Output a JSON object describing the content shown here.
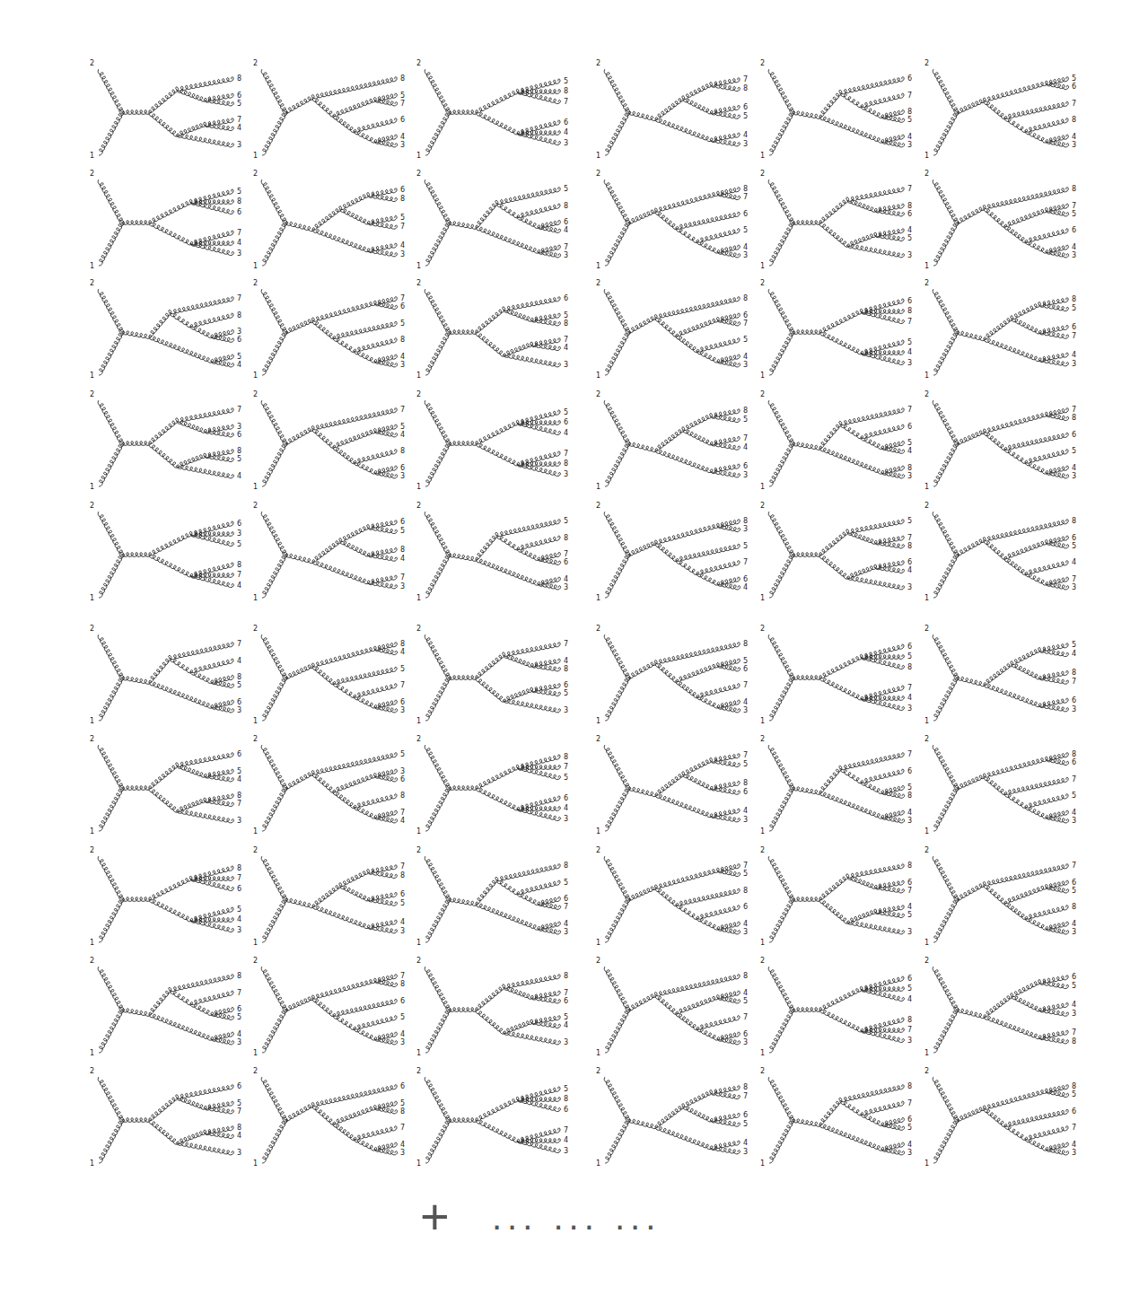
{
  "diagram": {
    "labels": [
      "2",
      "1",
      "8",
      "6",
      "5",
      "7",
      "4",
      "3",
      "2",
      "1",
      "8",
      "5",
      "7",
      "6",
      "4",
      "3",
      "2",
      "1",
      "5",
      "8",
      "7",
      "6",
      "4",
      "3",
      "2",
      "1",
      "7",
      "8",
      "6",
      "5",
      "4",
      "3",
      "2",
      "1",
      "6",
      "7",
      "8",
      "5",
      "4",
      "3",
      "2",
      "1",
      "5",
      "6",
      "7",
      "8",
      "4",
      "3",
      "2",
      "1",
      "5",
      "8",
      "6",
      "7",
      "4",
      "3",
      "2",
      "1",
      "6",
      "8",
      "5",
      "7",
      "4",
      "3",
      "2",
      "1",
      "5",
      "8",
      "6",
      "4",
      "7",
      "3",
      "2",
      "1",
      "8",
      "7",
      "6",
      "5",
      "4",
      "3",
      "2",
      "1",
      "7",
      "8",
      "6",
      "4",
      "5",
      "3",
      "2",
      "1",
      "8",
      "7",
      "5",
      "6",
      "4",
      "3",
      "2",
      "1",
      "7",
      "8",
      "3",
      "6",
      "5",
      "4",
      "2",
      "1",
      "7",
      "6",
      "5",
      "8",
      "4",
      "3",
      "2",
      "1",
      "6",
      "5",
      "8",
      "7",
      "4",
      "3",
      "2",
      "1",
      "8",
      "6",
      "7",
      "5",
      "4",
      "3",
      "2",
      "1",
      "6",
      "8",
      "7",
      "5",
      "4",
      "3",
      "2",
      "1",
      "8",
      "5",
      "6",
      "7",
      "4",
      "3",
      "2",
      "1",
      "7",
      "3",
      "6",
      "8",
      "5",
      "4",
      "2",
      "1",
      "7",
      "5",
      "4",
      "8",
      "6",
      "3",
      "2",
      "1",
      "5",
      "6",
      "4",
      "7",
      "8",
      "3",
      "2",
      "1",
      "8",
      "5",
      "7",
      "4",
      "6",
      "3",
      "2",
      "1",
      "7",
      "6",
      "5",
      "4",
      "8",
      "3",
      "2",
      "1",
      "7",
      "8",
      "6",
      "5",
      "4",
      "3",
      "2",
      "1",
      "6",
      "3",
      "5",
      "8",
      "7",
      "4",
      "2",
      "1",
      "6",
      "5",
      "8",
      "4",
      "7",
      "3",
      "2",
      "1",
      "5",
      "8",
      "7",
      "6",
      "4",
      "3",
      "2",
      "1",
      "8",
      "3",
      "5",
      "7",
      "6",
      "4",
      "2",
      "1",
      "5",
      "7",
      "8",
      "6",
      "4",
      "3",
      "2",
      "1",
      "8",
      "6",
      "5",
      "4",
      "7",
      "3",
      "2",
      "1",
      "7",
      "4",
      "8",
      "5",
      "6",
      "3",
      "2",
      "1",
      "8",
      "4",
      "5",
      "7",
      "6",
      "3",
      "2",
      "1",
      "7",
      "4",
      "8",
      "6",
      "5",
      "3",
      "2",
      "1",
      "8",
      "5",
      "6",
      "7",
      "4",
      "3",
      "2",
      "1",
      "6",
      "5",
      "8",
      "7",
      "4",
      "3",
      "2",
      "1",
      "5",
      "4",
      "8",
      "7",
      "6",
      "3",
      "2",
      "1",
      "6",
      "5",
      "4",
      "8",
      "7",
      "3",
      "2",
      "1",
      "5",
      "3",
      "6",
      "8",
      "7",
      "4",
      "2",
      "1",
      "8",
      "7",
      "5",
      "6",
      "4",
      "3",
      "2",
      "1",
      "7",
      "5",
      "8",
      "6",
      "4",
      "3",
      "2",
      "1",
      "7",
      "6",
      "5",
      "8",
      "4",
      "3",
      "2",
      "1",
      "8",
      "6",
      "7",
      "5",
      "4",
      "3",
      "2",
      "1",
      "8",
      "7",
      "6",
      "5",
      "4",
      "3",
      "2",
      "1",
      "7",
      "8",
      "6",
      "5",
      "4",
      "3",
      "2",
      "1",
      "8",
      "5",
      "6",
      "7",
      "4",
      "3",
      "2",
      "1",
      "7",
      "5",
      "8",
      "6",
      "4",
      "3",
      "2",
      "1",
      "8",
      "6",
      "7",
      "4",
      "5",
      "3",
      "2",
      "1",
      "7",
      "6",
      "5",
      "8",
      "4",
      "3",
      "2",
      "1",
      "8",
      "7",
      "6",
      "5",
      "4",
      "3",
      "2",
      "1",
      "7",
      "8",
      "6",
      "5",
      "4",
      "3",
      "2",
      "1",
      "8",
      "7",
      "6",
      "5",
      "4",
      "3",
      "2",
      "1",
      "8",
      "4",
      "5",
      "7",
      "6",
      "3",
      "2",
      "1",
      "6",
      "5",
      "4",
      "8",
      "7",
      "3",
      "2",
      "1",
      "6",
      "5",
      "4",
      "3",
      "7",
      "8",
      "2",
      "1",
      "6",
      "5",
      "7",
      "8",
      "4",
      "3",
      "2",
      "1",
      "6",
      "5",
      "8",
      "7",
      "4",
      "3",
      "2",
      "1",
      "5",
      "8",
      "6",
      "7",
      "4",
      "3",
      "2",
      "1",
      "8",
      "7",
      "6",
      "5",
      "4",
      "3",
      "2",
      "1",
      "8",
      "7",
      "6",
      "5",
      "4",
      "3",
      "2",
      "1",
      "8",
      "5",
      "6",
      "7",
      "4",
      "3",
      "+",
      "... ... ..."
    ]
  }
}
